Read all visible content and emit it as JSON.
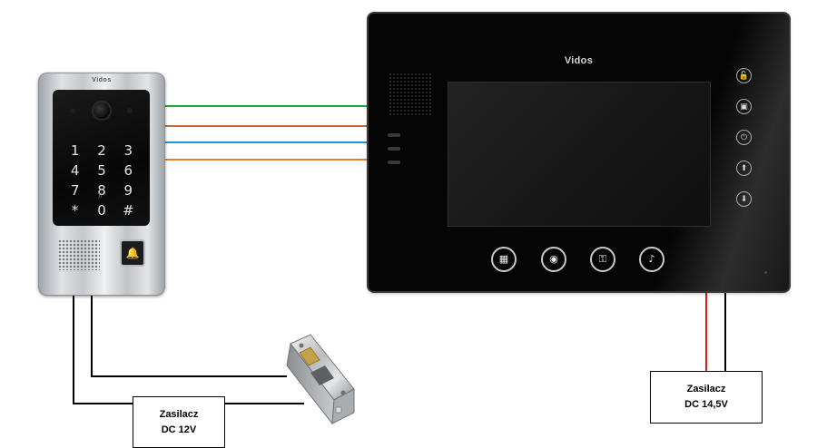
{
  "door_station": {
    "logo": "Vidos",
    "keys": [
      "1",
      "2",
      "3",
      "4",
      "5",
      "6",
      "7",
      "8",
      "9",
      "*",
      "0",
      "#"
    ]
  },
  "monitor": {
    "brand": "Vidos",
    "side_buttons": [
      {
        "name": "unlock",
        "glyph": "🔓"
      },
      {
        "name": "intercom",
        "glyph": "▣"
      },
      {
        "name": "power",
        "glyph": "⏻"
      },
      {
        "name": "up",
        "glyph": "⬆"
      },
      {
        "name": "down",
        "glyph": "⬇"
      }
    ],
    "bottom_buttons": [
      {
        "name": "camera-monitor",
        "glyph": "▦"
      },
      {
        "name": "record",
        "glyph": "◉"
      },
      {
        "name": "gate-key",
        "glyph": "⚿"
      },
      {
        "name": "talk",
        "glyph": "♪"
      }
    ]
  },
  "wires": {
    "signal_colors": [
      "#1aa530",
      "#b86c3a",
      "#1b95d6",
      "#ef7d22"
    ],
    "power_colors": {
      "positive": "#d81c1c",
      "negative": "#000000"
    }
  },
  "power_supplies": {
    "lock_supply": {
      "line1": "Zasilacz",
      "line2": "DC 12V"
    },
    "monitor_supply": {
      "line1": "Zasilacz",
      "line2": "DC 14,5V"
    }
  }
}
